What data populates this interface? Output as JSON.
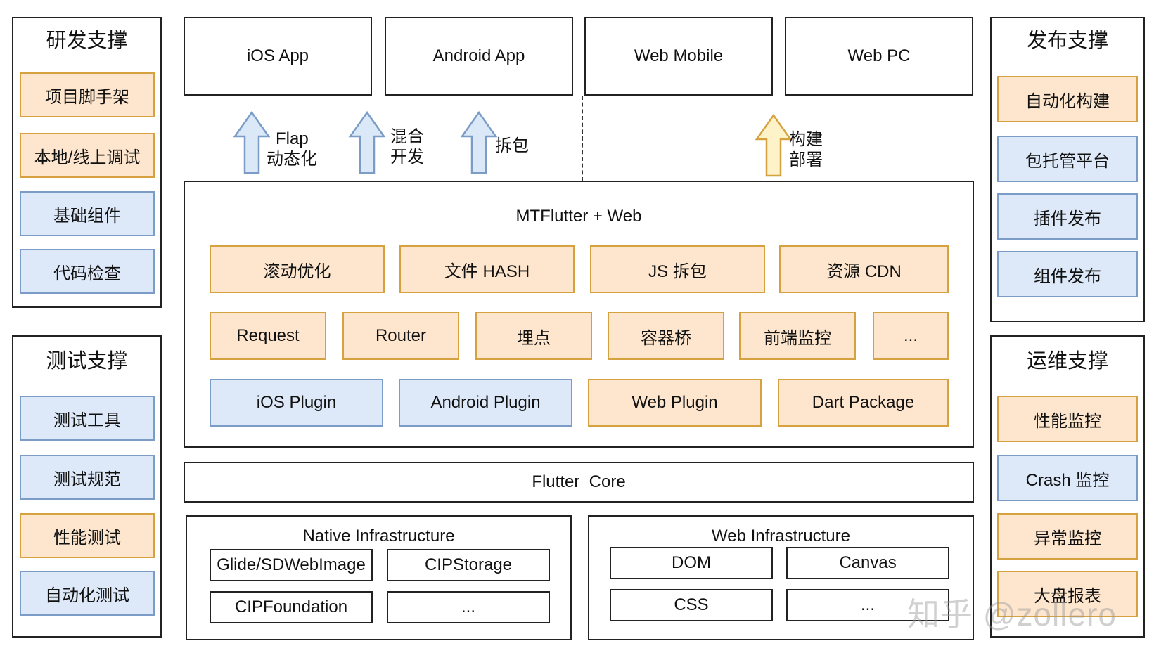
{
  "left_top": {
    "title": "研发支撑",
    "items": [
      "项目脚手架",
      "本地/线上调试",
      "基础组件",
      "代码检查"
    ]
  },
  "left_bottom": {
    "title": "测试支撑",
    "items": [
      "测试工具",
      "测试规范",
      "性能测试",
      "自动化测试"
    ]
  },
  "right_top": {
    "title": "发布支撑",
    "items": [
      "自动化构建",
      "包托管平台",
      "插件发布",
      "组件发布"
    ]
  },
  "right_bottom": {
    "title": "运维支撑",
    "items": [
      "性能监控",
      "Crash 监控",
      "异常监控",
      "大盘报表"
    ]
  },
  "platforms": [
    "iOS App",
    "Android App",
    "Web Mobile",
    "Web PC"
  ],
  "arrows": {
    "flap": [
      "Flap",
      "动态化"
    ],
    "hybrid": [
      "混合",
      "开发"
    ],
    "split": "拆包",
    "build": [
      "构建",
      "部署"
    ]
  },
  "mtflutter": {
    "title": "MTFlutter + Web",
    "row1": [
      "滚动优化",
      "文件 HASH",
      "JS 拆包",
      "资源 CDN"
    ],
    "row2": [
      "Request",
      "Router",
      "埋点",
      "容器桥",
      "前端监控",
      "..."
    ],
    "row3": [
      "iOS Plugin",
      "Android Plugin",
      "Web Plugin",
      "Dart Package"
    ]
  },
  "flutter_core": "Flutter  Core",
  "native_infra": {
    "title": "Native Infrastructure",
    "items": [
      "Glide/SDWebImage",
      "CIPStorage",
      "CIPFoundation",
      "..."
    ]
  },
  "web_infra": {
    "title": "Web Infrastructure",
    "items": [
      "DOM",
      "Canvas",
      "CSS",
      "..."
    ]
  },
  "watermark": "知乎 @zollero",
  "colors": {
    "orange_fill": "#fde6cd",
    "orange_border": "#d6a23f",
    "blue_fill": "#dde9f8",
    "blue_border": "#7a9cc6",
    "blue_arrow": "#dbe8f7",
    "yellow_arrow": "#fdf2c8"
  }
}
